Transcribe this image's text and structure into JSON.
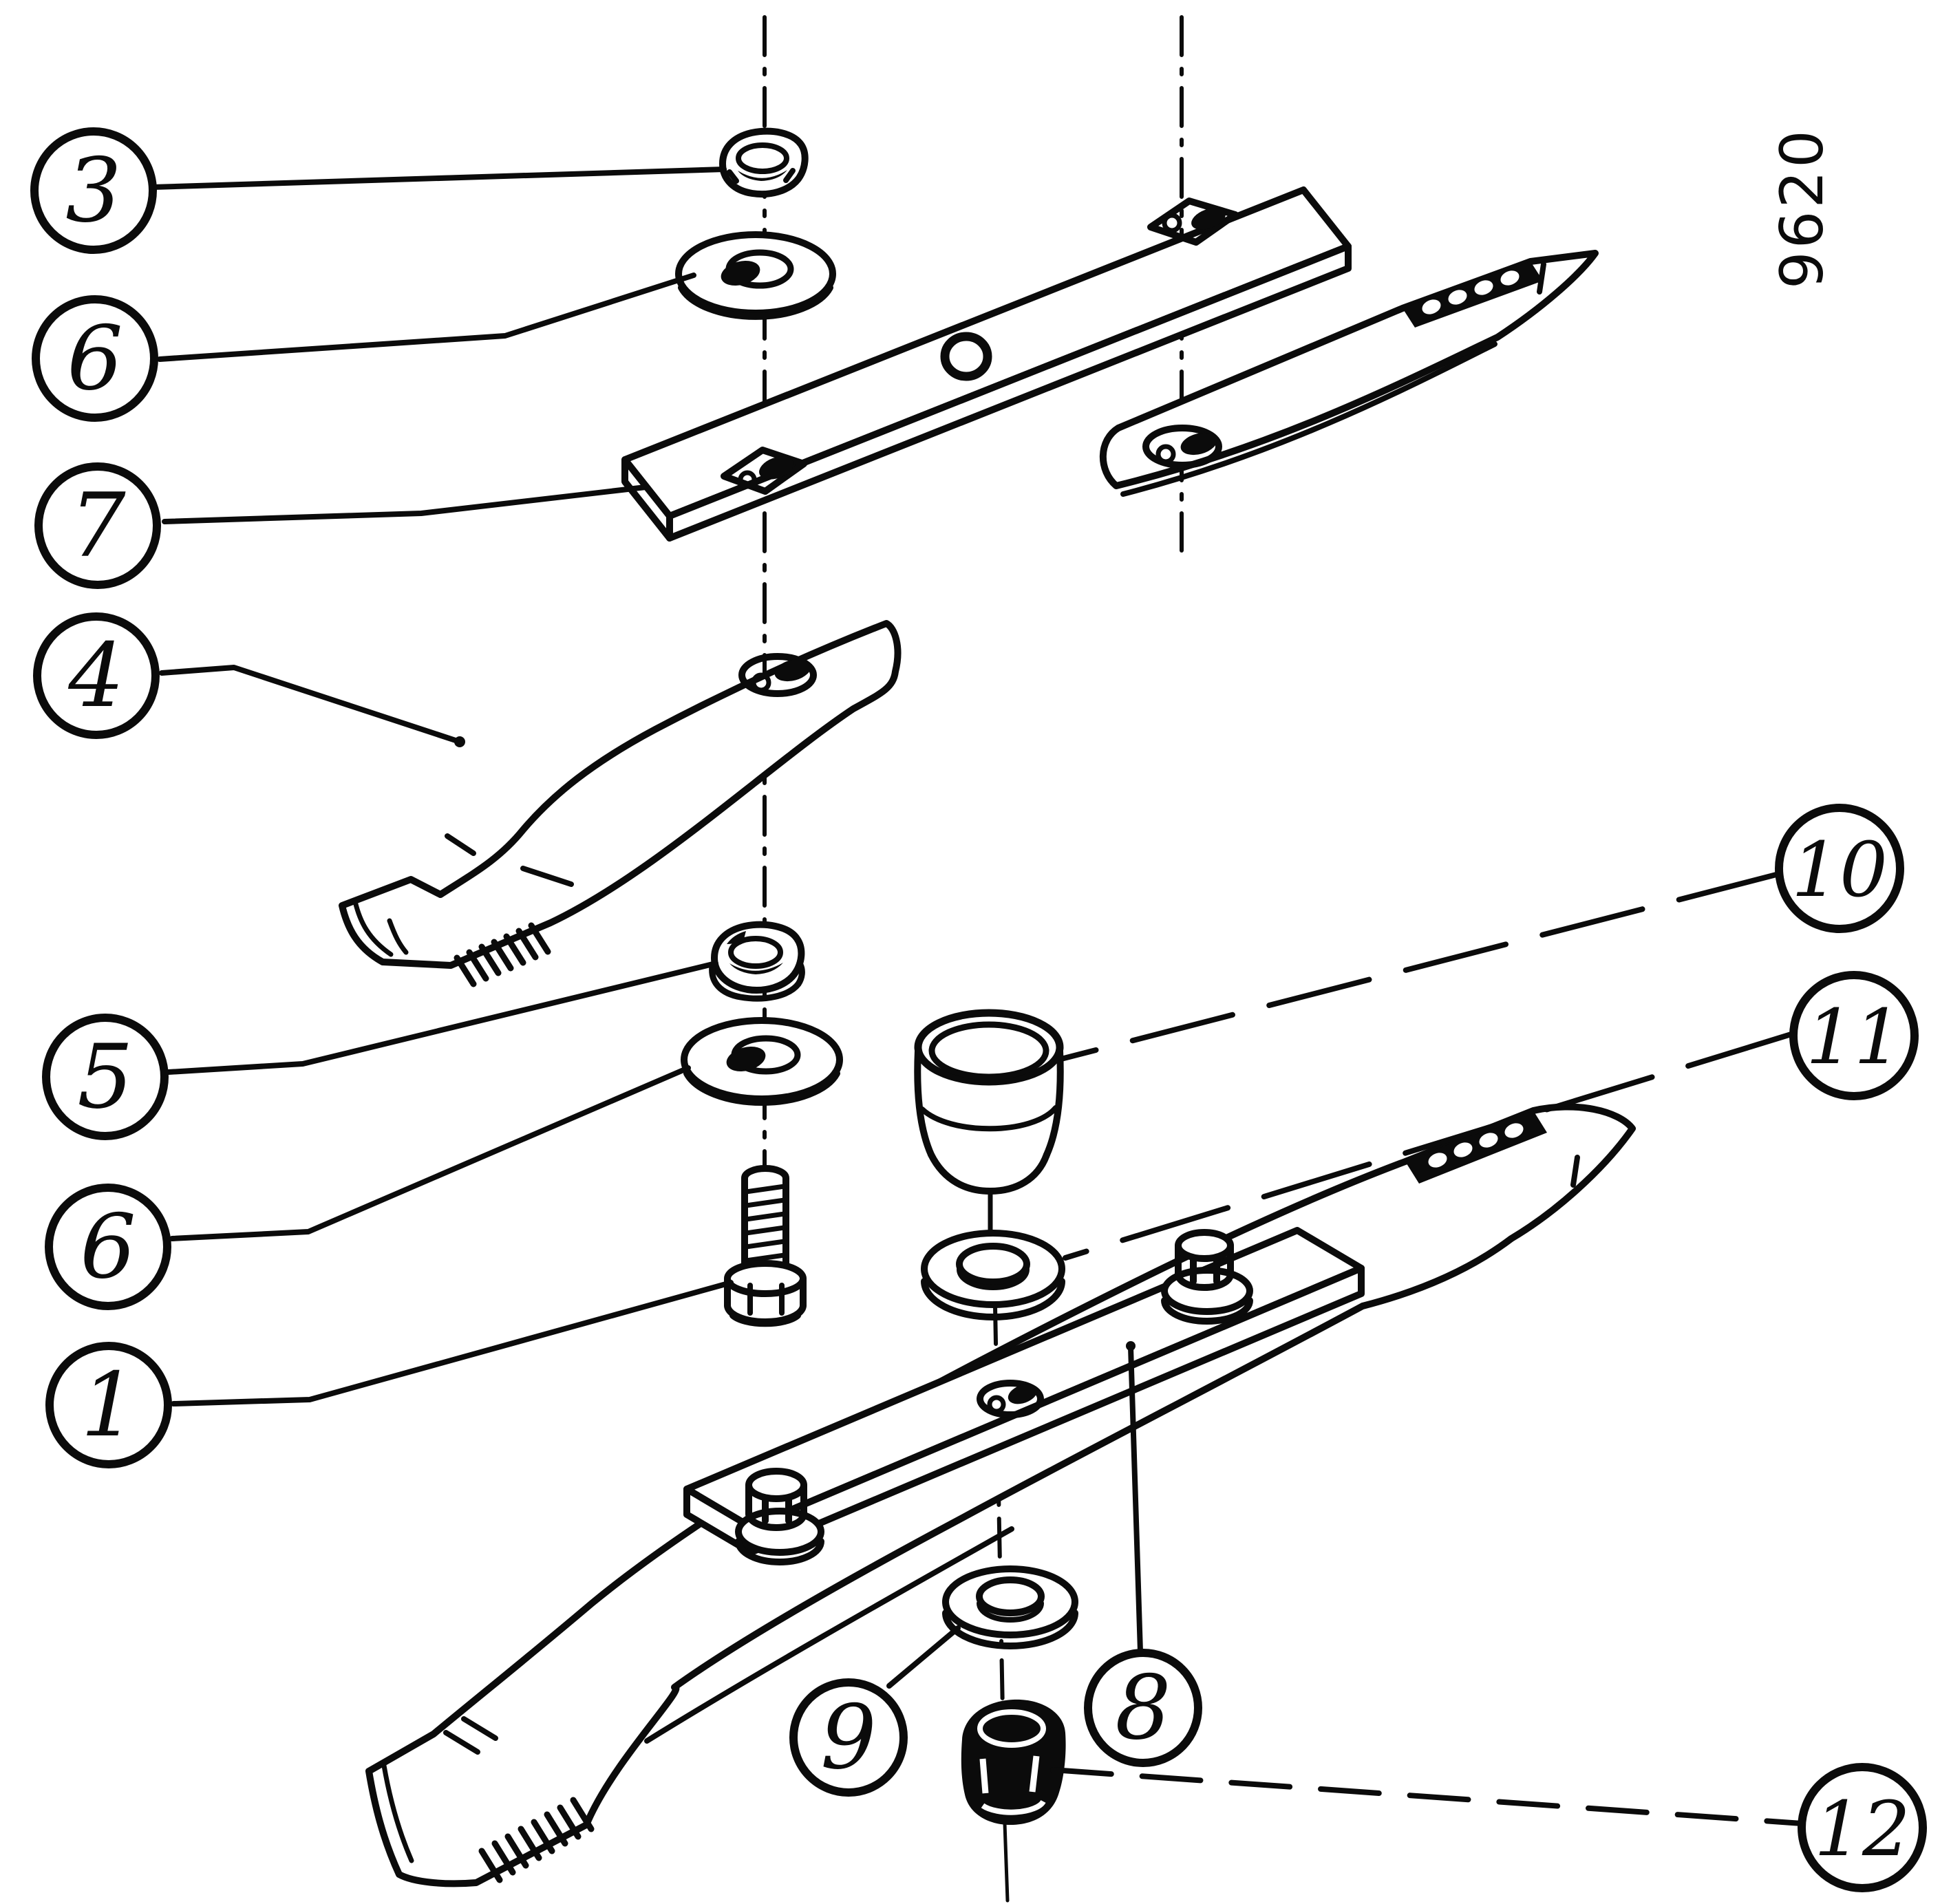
{
  "diagram": {
    "kind": "exploded-parts-diagram",
    "drawing_number": "9620",
    "colors": {
      "ink": "#0b0b0b",
      "paper": "#ffffff"
    },
    "callouts": [
      {
        "id": "c3",
        "label": "3",
        "depicts": "hex nut (top)"
      },
      {
        "id": "c6a",
        "label": "6",
        "depicts": "flat washer (top)"
      },
      {
        "id": "c7",
        "label": "7",
        "depicts": "blade holder bar"
      },
      {
        "id": "c4",
        "label": "4",
        "depicts": "blade half (left)"
      },
      {
        "id": "c5",
        "label": "5",
        "depicts": "flange hex nut"
      },
      {
        "id": "c6b",
        "label": "6",
        "depicts": "flat washer (lower)"
      },
      {
        "id": "c1",
        "label": "1",
        "depicts": "bolt"
      },
      {
        "id": "c10",
        "label": "10",
        "depicts": "cup guard"
      },
      {
        "id": "c11",
        "label": "11",
        "depicts": "thick washer"
      },
      {
        "id": "c8",
        "label": "8",
        "depicts": "blade assembly"
      },
      {
        "id": "c9",
        "label": "9",
        "depicts": "washer (bottom)"
      },
      {
        "id": "c12",
        "label": "12",
        "depicts": "lock nut"
      }
    ]
  }
}
